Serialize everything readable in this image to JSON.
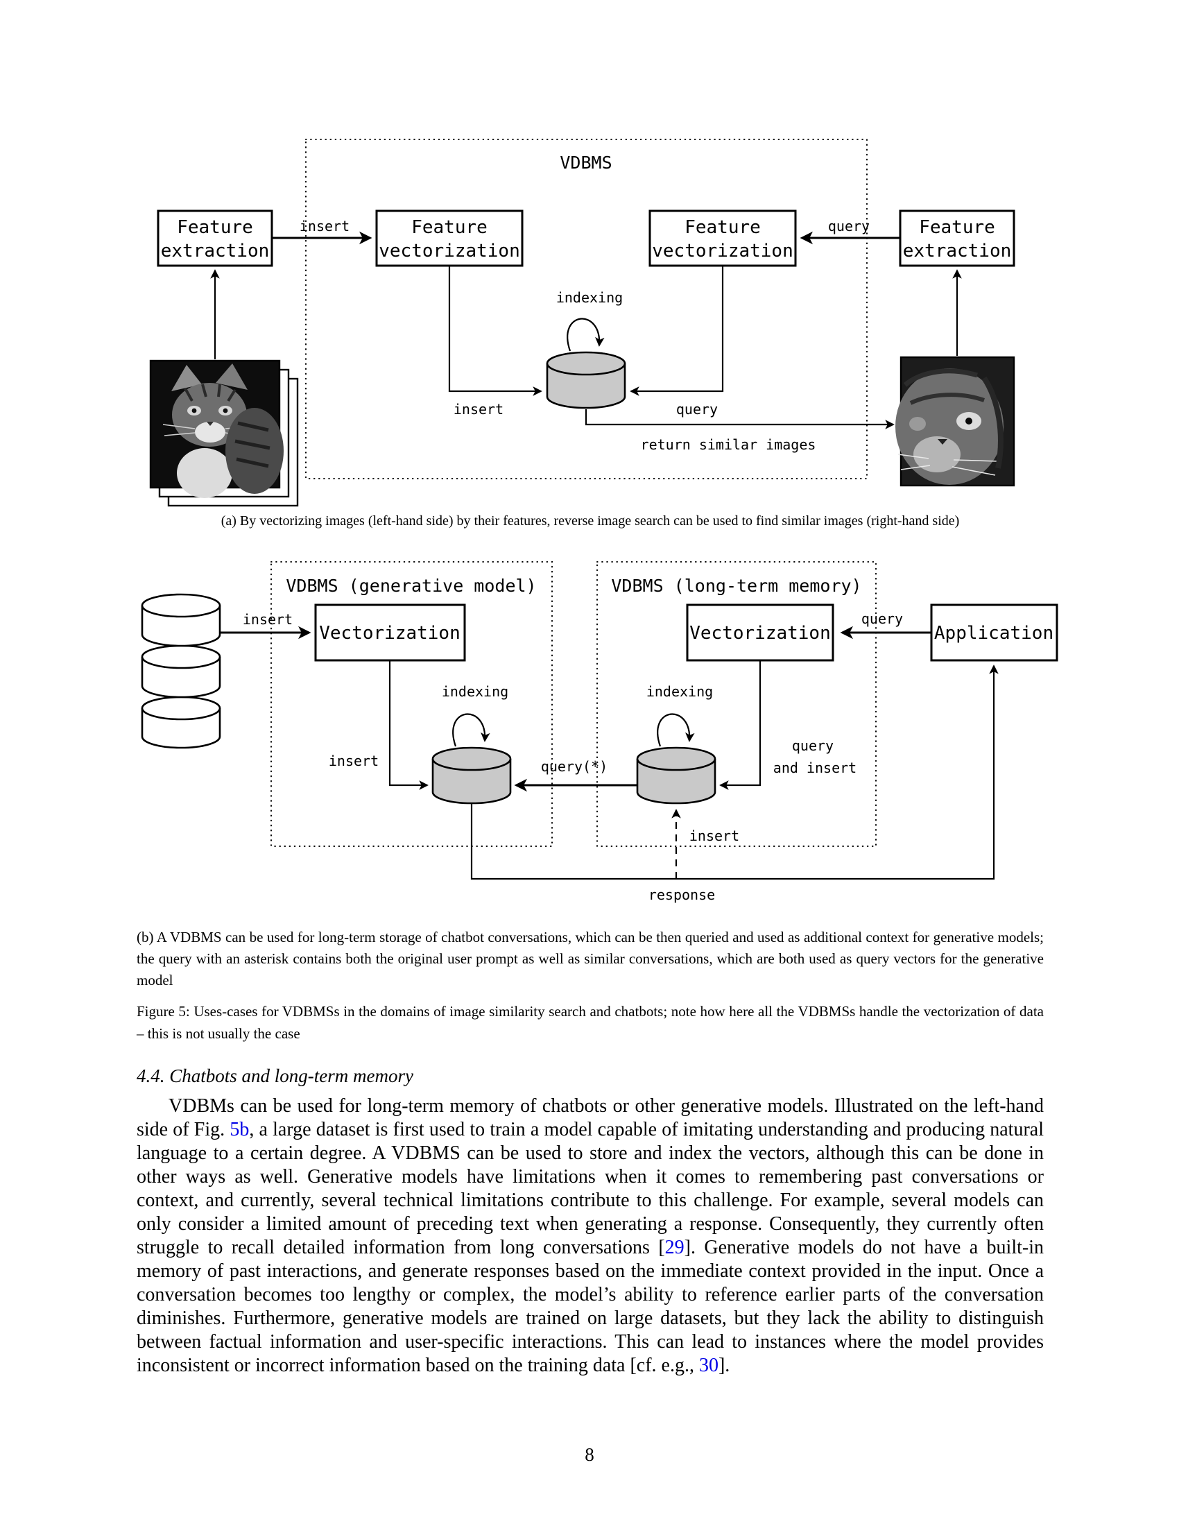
{
  "figure_a": {
    "vdbms_title": "VDBMS",
    "box_feature_line1": "Feature",
    "box_extraction_line2": "extraction",
    "box_vectorization_line2": "vectorization",
    "label_insert_top": "insert",
    "label_query_top": "query",
    "label_indexing": "indexing",
    "label_insert_db": "insert",
    "label_query_db": "query",
    "label_return": "return similar images",
    "caption": "(a) By vectorizing images (left-hand side) by their features, reverse image search can be used to find similar images (right-hand side)"
  },
  "figure_b": {
    "title_generative": "VDBMS (generative model)",
    "title_memory": "VDBMS (long-term memory)",
    "box_vectorization": "Vectorization",
    "box_application": "Application",
    "label_insert_data": "insert",
    "label_insert_down": "insert",
    "label_indexing_left": "indexing",
    "label_indexing_right": "indexing",
    "label_query_star": "query(*)",
    "label_query_down_line1": "query",
    "label_query_down_line2": "and insert",
    "label_query_app": "query",
    "label_insert_dashed": "insert",
    "label_response": "response",
    "caption": "(b) A VDBMS can be used for long-term storage of chatbot conversations, which can be then queried and used as additional context for generative models; the query with an asterisk contains both the original user prompt as well as similar conversations, which are both used as query vectors for the generative model"
  },
  "figure_caption": "Figure 5: Uses-cases for VDBMSs in the domains of image similarity search and chatbots; note how here all the VDBMSs handle the vectorization of data – this is not usually the case",
  "section_heading": "4.4. Chatbots and long-term memory",
  "paragraph": {
    "segments": [
      {
        "text": "VDBMs can be used for long-term memory of chatbots or other generative models. Illustrated on the left-hand side of Fig. "
      },
      {
        "text": "5b",
        "link": true
      },
      {
        "text": ", a large dataset is first used to train a model capable of imitating understanding and producing natural language to a certain degree. A VDBMS can be used to store and index the vectors, although this can be done in other ways as well. Generative models have limitations when it comes to remembering past conversations or context, and currently, several technical limitations contribute to this challenge. For example, several models can only consider a limited amount of preceding text when generating a response. Consequently, they currently often struggle to recall detailed information from long conversations ["
      },
      {
        "text": "29",
        "link": true
      },
      {
        "text": "]. Generative models do not have a built-in memory of past interactions, and generate responses based on the immediate context provided in the input. Once a conversation becomes too lengthy or complex, the model’s ability to reference earlier parts of the conversation diminishes. Furthermore, generative models are trained on large datasets, but they lack the ability to distinguish between factual information and user-specific interactions. This can lead to instances where the model provides inconsistent or incorrect information based on the training data [cf. e.g., "
      },
      {
        "text": "30",
        "link": true
      },
      {
        "text": "]."
      }
    ]
  },
  "page_number": "8"
}
